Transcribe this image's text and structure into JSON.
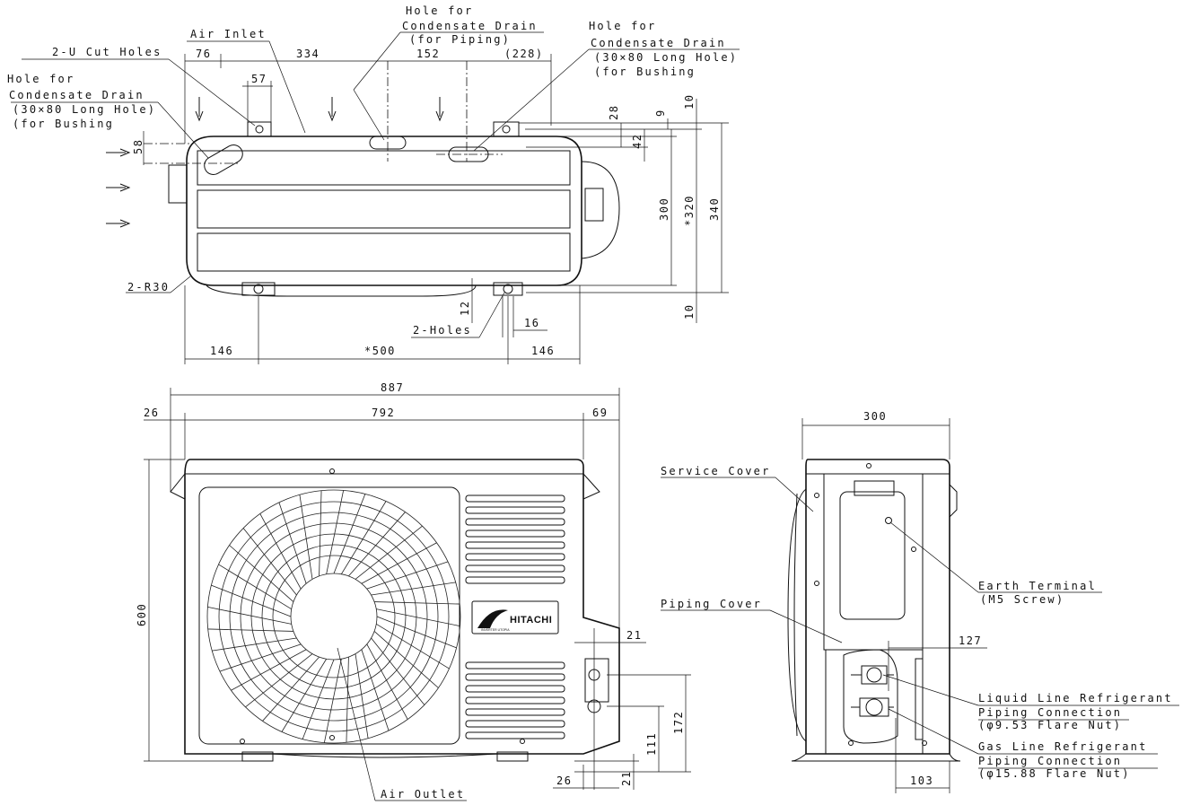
{
  "labels": {
    "air_inlet": "Air Inlet",
    "u_cut_holes": "2-U Cut Holes",
    "hole_left_1": "Hole for",
    "hole_left_2": "Condensate Drain",
    "hole_left_3": "(30×80 Long Hole)",
    "hole_left_4": "(for Bushing",
    "hole_piping_1": "Hole for",
    "hole_piping_2": "Condensate Drain",
    "hole_piping_3": "(for Piping)",
    "hole_right_1": "Hole for",
    "hole_right_2": "Condensate Drain",
    "hole_right_3": "(30×80 Long Hole)",
    "hole_right_4": "(for Bushing",
    "r30": "2-R30",
    "two_holes": "2-Holes",
    "service_cover": "Service Cover",
    "earth_1": "Earth Terminal",
    "earth_2": "(M5 Screw)",
    "piping_cover": "Piping Cover",
    "liquid_1": "Liquid Line Refrigerant",
    "liquid_2": "Piping Connection",
    "liquid_3": "(φ9.53 Flare Nut)",
    "gas_1": "Gas Line Refrigerant",
    "gas_2": "Piping Connection",
    "gas_3": "(φ15.88 Flare Nut)",
    "air_outlet": "Air Outlet",
    "brand": "HITACHI",
    "logo_sub": "INVERTER UTOPIA"
  },
  "dimensions": {
    "d76": "76",
    "d334": "334",
    "d57": "57",
    "d152": "152",
    "d228": "(228)",
    "d58": "58",
    "d28": "28",
    "d9": "9",
    "d10a": "10",
    "d42": "42",
    "d300v": "300",
    "d320": "*320",
    "d340": "340",
    "d10b": "10",
    "d12": "12",
    "d16": "16",
    "d146a": "146",
    "d500": "*500",
    "d146b": "146",
    "d887": "887",
    "d26": "26",
    "d792": "792",
    "d69": "69",
    "d600": "600",
    "d21a": "21",
    "d172": "172",
    "d111": "111",
    "d21b": "21",
    "d26b": "26",
    "d300h": "300",
    "d127": "127",
    "d103": "103"
  },
  "colors": {
    "line": "#111111",
    "background": "#ffffff"
  }
}
